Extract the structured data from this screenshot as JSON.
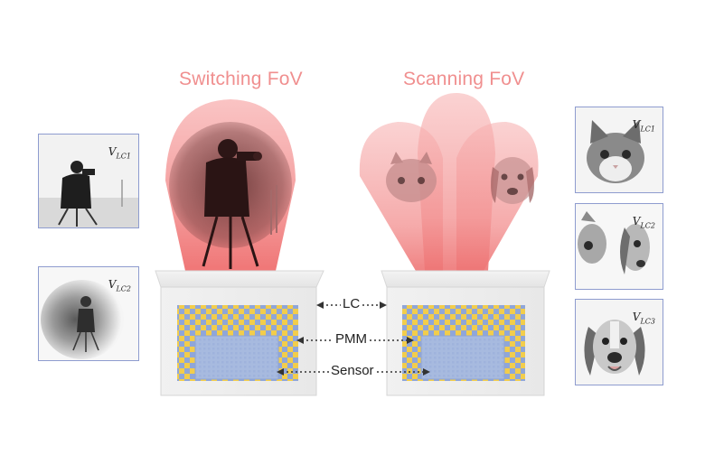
{
  "titles": {
    "switching": "Switching FoV",
    "scanning": "Scanning FoV"
  },
  "labels": {
    "lc": "LC",
    "pmm": "PMM",
    "sensor": "Sensor"
  },
  "voltage_symbol": "V",
  "thumbnails_left": [
    {
      "subscript": "LC1",
      "content": "cameraman-sharp"
    },
    {
      "subscript": "LC2",
      "content": "cameraman-blurred"
    }
  ],
  "thumbnails_right": [
    {
      "subscript": "LC1",
      "content": "cat"
    },
    {
      "subscript": "LC2",
      "content": "cat-and-dog-halves"
    },
    {
      "subscript": "LC3",
      "content": "dog"
    }
  ],
  "colors": {
    "title": "#f08f8f",
    "beam": "#f06b6b",
    "checker_yellow": "#f2cd4c",
    "checker_blue": "#8fa6d9",
    "sensor": "#a5b8e0",
    "frame": "#8e9ccf"
  }
}
